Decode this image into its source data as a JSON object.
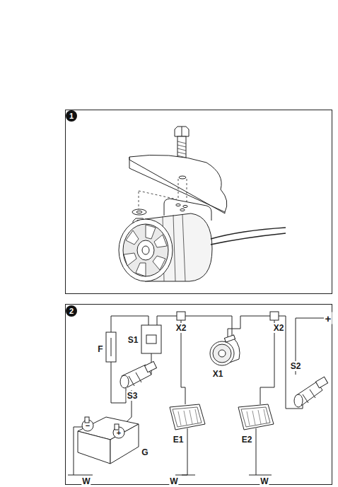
{
  "diagram": {
    "labels": [
      "1",
      "2",
      "X2",
      "X2",
      "+",
      "S1",
      "F",
      "S3",
      "S2",
      "X1",
      "E1",
      "E2",
      "G",
      "−",
      "+",
      "W",
      "W",
      "W"
    ]
  }
}
